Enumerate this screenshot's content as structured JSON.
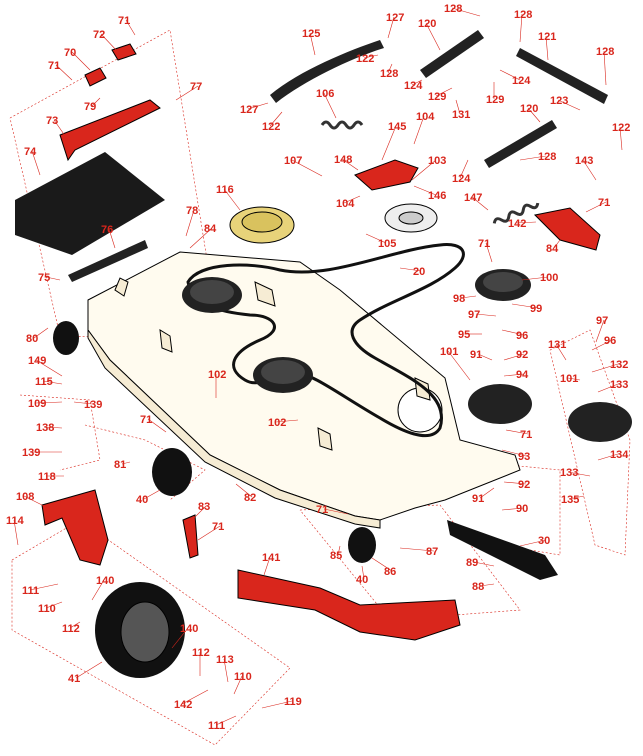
{
  "labels": [
    {
      "id": "l71a",
      "text": "71"
    },
    {
      "id": "l72",
      "text": "72"
    },
    {
      "id": "l70",
      "text": "70"
    },
    {
      "id": "l71b",
      "text": "71"
    },
    {
      "id": "l79",
      "text": "79"
    },
    {
      "id": "l77",
      "text": "77"
    },
    {
      "id": "l73",
      "text": "73"
    },
    {
      "id": "l74",
      "text": "74"
    },
    {
      "id": "l78",
      "text": "78"
    },
    {
      "id": "l84a",
      "text": "84"
    },
    {
      "id": "l76",
      "text": "76"
    },
    {
      "id": "l75",
      "text": "75"
    },
    {
      "id": "l80",
      "text": "80"
    },
    {
      "id": "l116",
      "text": "116"
    },
    {
      "id": "l125",
      "text": "125"
    },
    {
      "id": "l127a",
      "text": "127"
    },
    {
      "id": "l122a",
      "text": "122"
    },
    {
      "id": "l106",
      "text": "106"
    },
    {
      "id": "l127b",
      "text": "127"
    },
    {
      "id": "l122b",
      "text": "122"
    },
    {
      "id": "l128a",
      "text": "128"
    },
    {
      "id": "l120a",
      "text": "120"
    },
    {
      "id": "l128b",
      "text": "128"
    },
    {
      "id": "l128c",
      "text": "128"
    },
    {
      "id": "l121",
      "text": "121"
    },
    {
      "id": "l128d",
      "text": "128"
    },
    {
      "id": "l124a",
      "text": "124"
    },
    {
      "id": "l129a",
      "text": "129"
    },
    {
      "id": "l129b",
      "text": "129"
    },
    {
      "id": "l124b",
      "text": "124"
    },
    {
      "id": "l131a",
      "text": "131"
    },
    {
      "id": "l123",
      "text": "123"
    },
    {
      "id": "l120b",
      "text": "120"
    },
    {
      "id": "l122c",
      "text": "122"
    },
    {
      "id": "l128e",
      "text": "128"
    },
    {
      "id": "l104a",
      "text": "104"
    },
    {
      "id": "l145",
      "text": "145"
    },
    {
      "id": "l107",
      "text": "107"
    },
    {
      "id": "l148",
      "text": "148"
    },
    {
      "id": "l103",
      "text": "103"
    },
    {
      "id": "l124c",
      "text": "124"
    },
    {
      "id": "l143",
      "text": "143"
    },
    {
      "id": "l104b",
      "text": "104"
    },
    {
      "id": "l146",
      "text": "146"
    },
    {
      "id": "l147",
      "text": "147"
    },
    {
      "id": "l105",
      "text": "105"
    },
    {
      "id": "l142a",
      "text": "142"
    },
    {
      "id": "l71c",
      "text": "71"
    },
    {
      "id": "l84b",
      "text": "84"
    },
    {
      "id": "l71d",
      "text": "71"
    },
    {
      "id": "l100",
      "text": "100"
    },
    {
      "id": "l20",
      "text": "20"
    },
    {
      "id": "l98",
      "text": "98"
    },
    {
      "id": "l99",
      "text": "99"
    },
    {
      "id": "l97a",
      "text": "97"
    },
    {
      "id": "l96a",
      "text": "96"
    },
    {
      "id": "l95",
      "text": "95"
    },
    {
      "id": "l97b",
      "text": "97"
    },
    {
      "id": "l96b",
      "text": "96"
    },
    {
      "id": "l131b",
      "text": "131"
    },
    {
      "id": "l101a",
      "text": "101"
    },
    {
      "id": "l91a",
      "text": "91"
    },
    {
      "id": "l92a",
      "text": "92"
    },
    {
      "id": "l132",
      "text": "132"
    },
    {
      "id": "l94",
      "text": "94"
    },
    {
      "id": "l101b",
      "text": "101"
    },
    {
      "id": "l133a",
      "text": "133"
    },
    {
      "id": "l149",
      "text": "149"
    },
    {
      "id": "l115",
      "text": "115"
    },
    {
      "id": "l102a",
      "text": "102"
    },
    {
      "id": "l109",
      "text": "109"
    },
    {
      "id": "l139a",
      "text": "139"
    },
    {
      "id": "l138",
      "text": "138"
    },
    {
      "id": "l139b",
      "text": "139"
    },
    {
      "id": "l118",
      "text": "118"
    },
    {
      "id": "l71e",
      "text": "71"
    },
    {
      "id": "l102b",
      "text": "102"
    },
    {
      "id": "l71f",
      "text": "71"
    },
    {
      "id": "l93",
      "text": "93"
    },
    {
      "id": "l134",
      "text": "134"
    },
    {
      "id": "l81",
      "text": "81"
    },
    {
      "id": "l40a",
      "text": "40"
    },
    {
      "id": "l82",
      "text": "82"
    },
    {
      "id": "l133b",
      "text": "133"
    },
    {
      "id": "l91b",
      "text": "91"
    },
    {
      "id": "l92b",
      "text": "92"
    },
    {
      "id": "l135",
      "text": "135"
    },
    {
      "id": "l108",
      "text": "108"
    },
    {
      "id": "l83",
      "text": "83"
    },
    {
      "id": "l90",
      "text": "90"
    },
    {
      "id": "l71g",
      "text": "71"
    },
    {
      "id": "l71h",
      "text": "71"
    },
    {
      "id": "l114",
      "text": "114"
    },
    {
      "id": "l30",
      "text": "30"
    },
    {
      "id": "l85",
      "text": "85"
    },
    {
      "id": "l87",
      "text": "87"
    },
    {
      "id": "l141",
      "text": "141"
    },
    {
      "id": "l89",
      "text": "89"
    },
    {
      "id": "l86",
      "text": "86"
    },
    {
      "id": "l40b",
      "text": "40"
    },
    {
      "id": "l88",
      "text": "88"
    },
    {
      "id": "l111a",
      "text": "111"
    },
    {
      "id": "l140a",
      "text": "140"
    },
    {
      "id": "l110a",
      "text": "110"
    },
    {
      "id": "l112a",
      "text": "112"
    },
    {
      "id": "l140b",
      "text": "140"
    },
    {
      "id": "l41",
      "text": "41"
    },
    {
      "id": "l112b",
      "text": "112"
    },
    {
      "id": "l113",
      "text": "113"
    },
    {
      "id": "l110b",
      "text": "110"
    },
    {
      "id": "l142b",
      "text": "142"
    },
    {
      "id": "l119",
      "text": "119"
    },
    {
      "id": "l111b",
      "text": "111"
    }
  ],
  "colors": {
    "label": "#d9261c",
    "part_red": "#d9261c",
    "deck": "#fffbef",
    "outline": "#000000",
    "pulley": "#222222",
    "gold": "#e8d37a"
  }
}
